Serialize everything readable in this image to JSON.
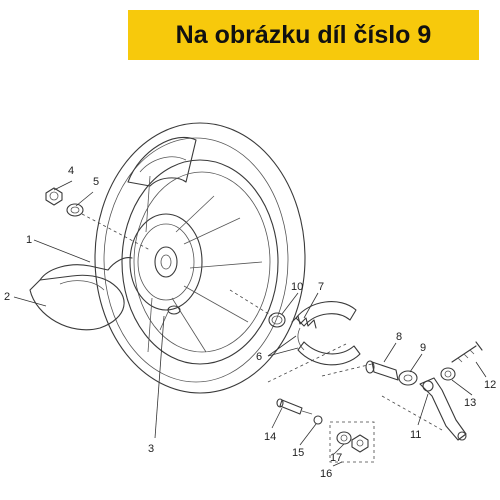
{
  "banner": {
    "text": "Na obrázku díl číslo 9",
    "color": "#f7c90c"
  },
  "callouts": [
    {
      "id": "1",
      "label": "1",
      "part": "wheel-rim"
    },
    {
      "id": "2",
      "label": "2",
      "part": "tire"
    },
    {
      "id": "3",
      "label": "3",
      "part": "valve"
    },
    {
      "id": "4",
      "label": "4",
      "part": "nut"
    },
    {
      "id": "5",
      "label": "5",
      "part": "washer"
    },
    {
      "id": "6",
      "label": "6",
      "part": "brake-shoe"
    },
    {
      "id": "7",
      "label": "7",
      "part": "spring"
    },
    {
      "id": "8",
      "label": "8",
      "part": "camshaft"
    },
    {
      "id": "9",
      "label": "9",
      "part": "indicator-plate"
    },
    {
      "id": "10",
      "label": "10",
      "part": "o-ring"
    },
    {
      "id": "11",
      "label": "11",
      "part": "brake-lever"
    },
    {
      "id": "12",
      "label": "12",
      "part": "bolt"
    },
    {
      "id": "13",
      "label": "13",
      "part": "washer"
    },
    {
      "id": "14",
      "label": "14",
      "part": "pin"
    },
    {
      "id": "15",
      "label": "15",
      "part": "circlip"
    },
    {
      "id": "16",
      "label": "16",
      "part": "kit"
    },
    {
      "id": "17",
      "label": "17",
      "part": "nut"
    }
  ]
}
